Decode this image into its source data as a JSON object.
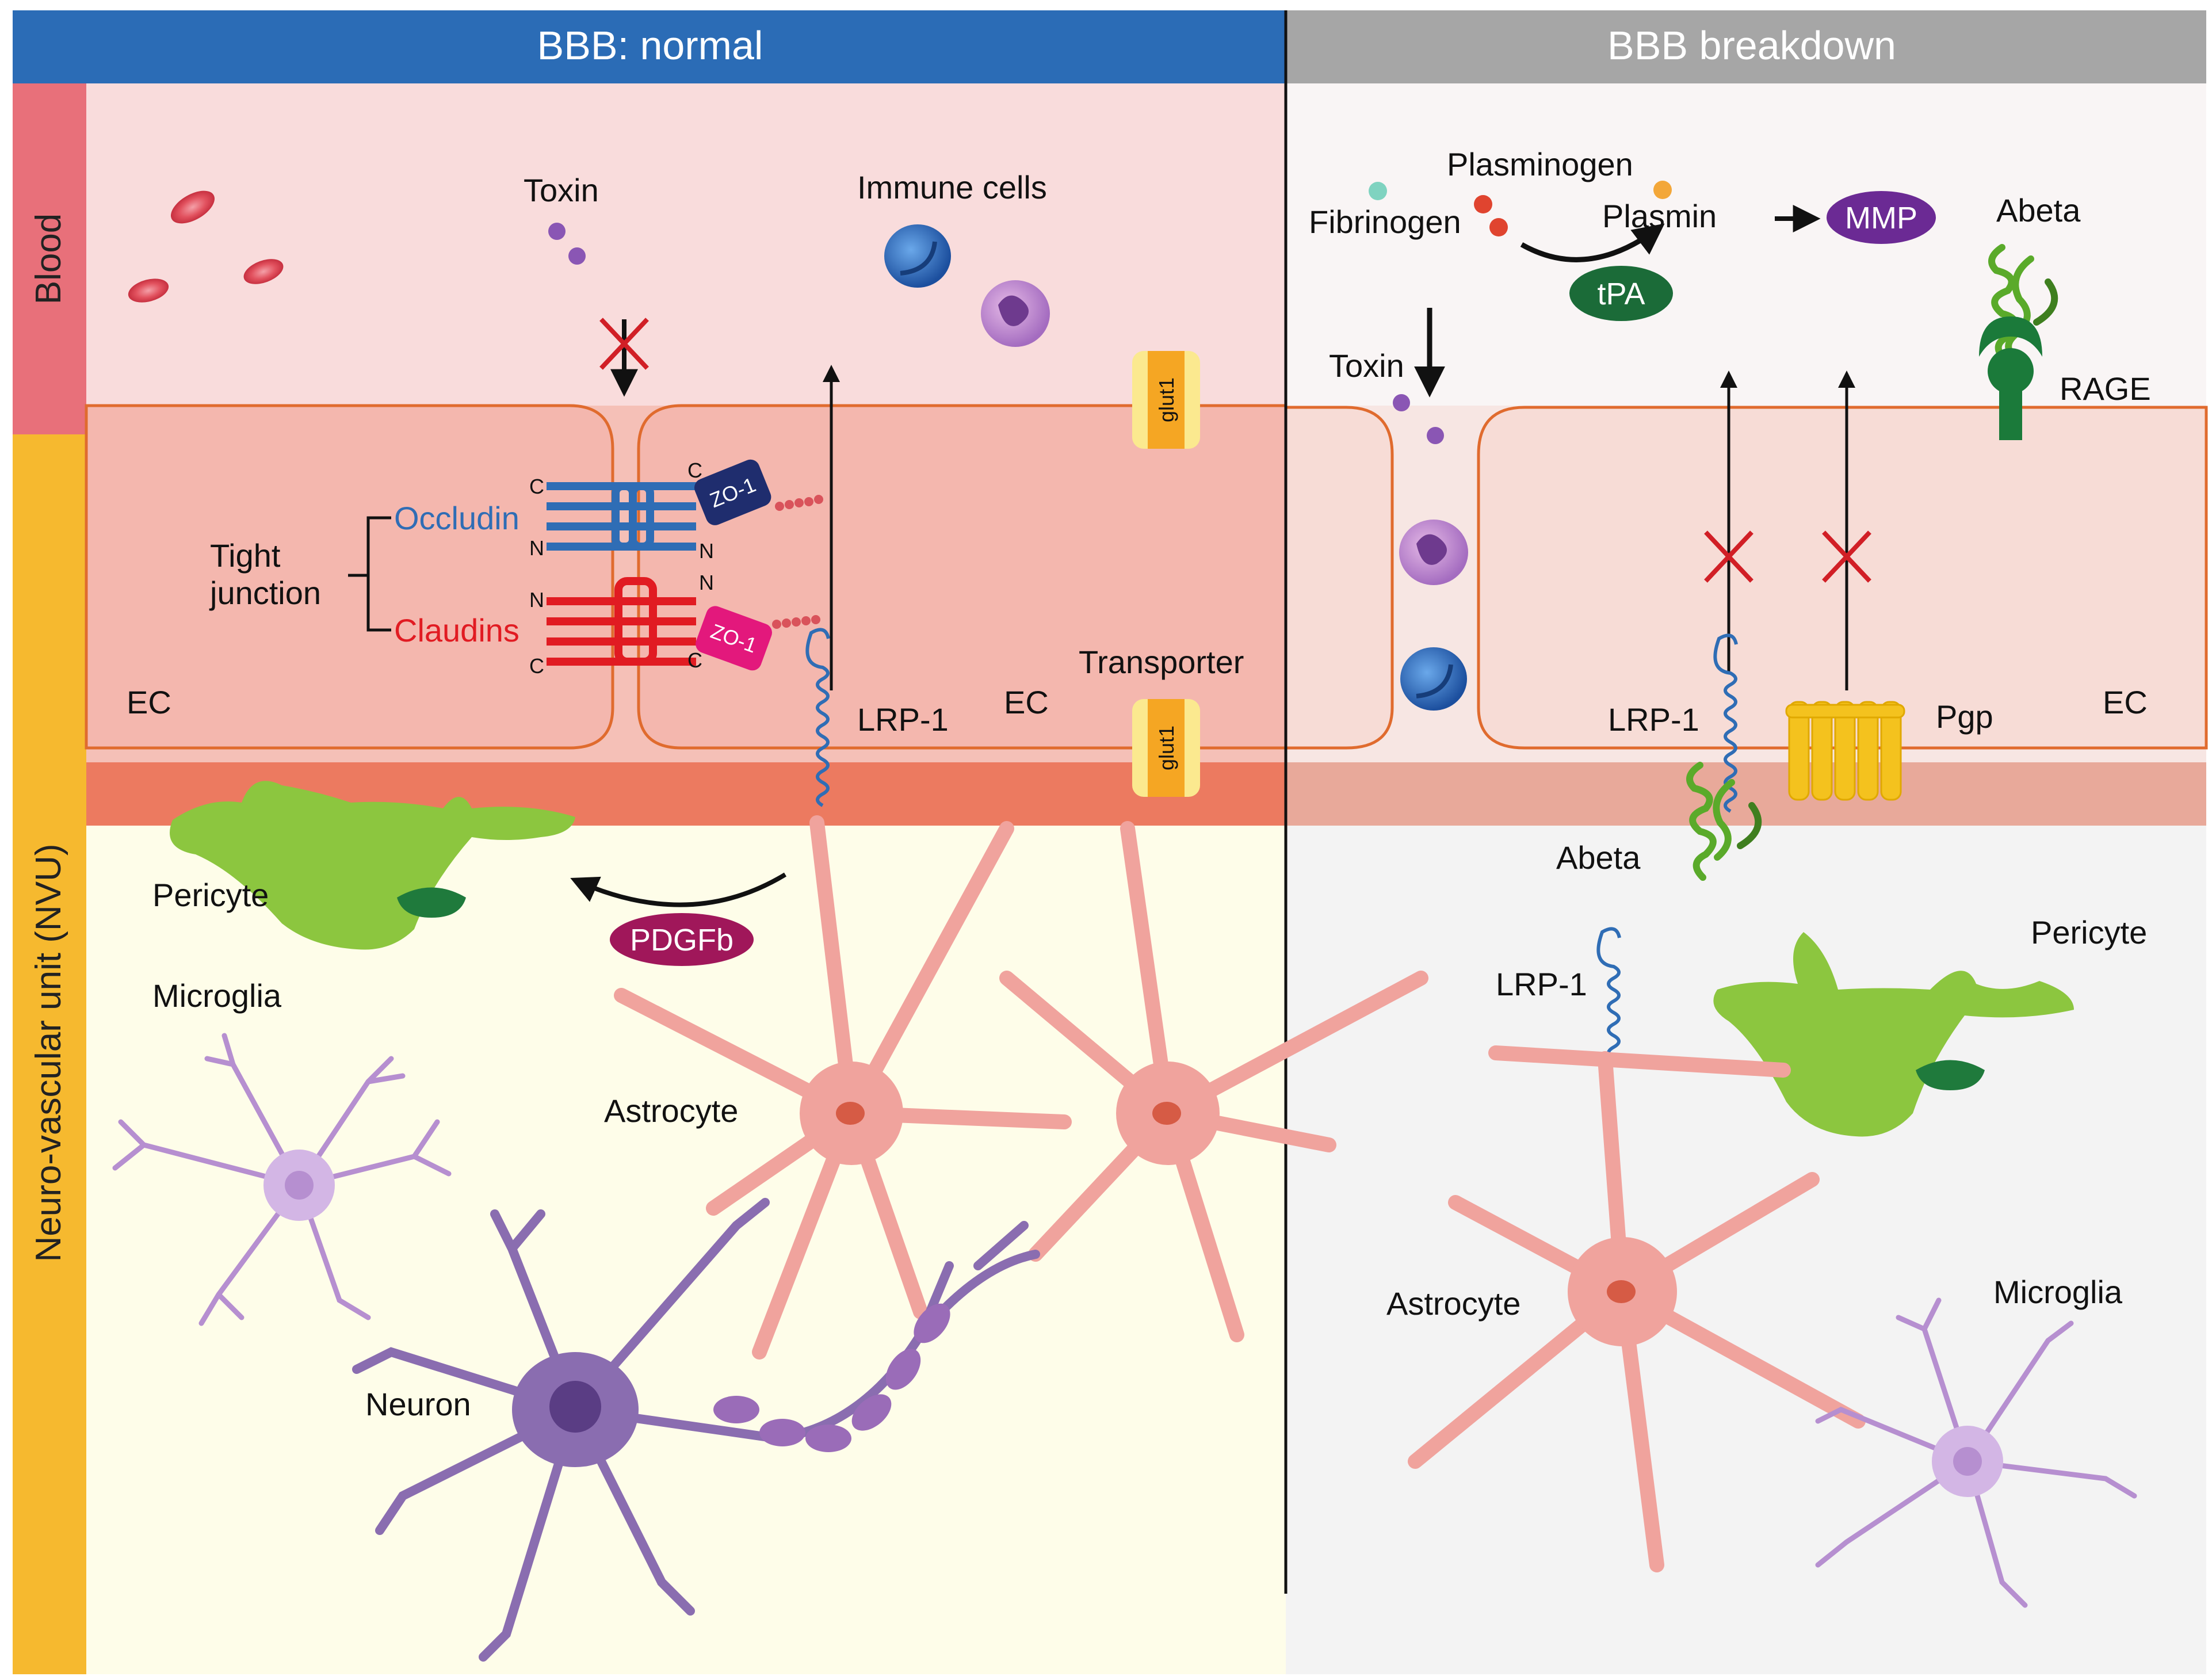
{
  "headers": {
    "normal": "BBB: normal",
    "breakdown": "BBB breakdown"
  },
  "side_labels": {
    "blood": "Blood",
    "nvu": "Neuro-vascular unit (NVU)"
  },
  "normal": {
    "toxin": "Toxin",
    "immune_cells": "Immune cells",
    "glut1_top": "glut1",
    "glut1_bottom": "glut1",
    "tight_junction": [
      "Tight",
      "junction"
    ],
    "occludin": "Occludin",
    "claudins": "Claudins",
    "zo1_top": "ZO-1",
    "zo1_bottom": "ZO-1",
    "terminal_c": "C",
    "terminal_n": "N",
    "ec_left": "EC",
    "ec_right": "EC",
    "lrp1": "LRP-1",
    "transporter": "Transporter",
    "pericyte": "Pericyte",
    "pdgfb": "PDGFb",
    "microglia": "Microglia",
    "astrocyte": "Astrocyte",
    "neuron": "Neuron"
  },
  "breakdown": {
    "plasminogen": "Plasminogen",
    "fibrinogen": "Fibrinogen",
    "plasmin": "Plasmin",
    "mmp": "MMP",
    "tpa": "tPA",
    "abeta_top": "Abeta",
    "rage": "RAGE",
    "toxin": "Toxin",
    "lrp1_top": "LRP-1",
    "pgp": "Pgp",
    "ec": "EC",
    "abeta_mid": "Abeta",
    "lrp1_bottom": "LRP-1",
    "pericyte": "Pericyte",
    "astrocyte": "Astrocyte",
    "microglia": "Microglia"
  },
  "colors": {
    "header_normal": "#2b6cb6",
    "header_breakdown": "#a6a6a6",
    "blood_bar": "#e8707a",
    "nvu_bar": "#f6b92f",
    "blood_bg": "#f9dcdc",
    "ec_fill": "#f4b7ae",
    "ec_outline": "#e06b2e",
    "basement": "#ec7a60",
    "nvu_bg": "#fefde9",
    "pericyte": "#8cc63f",
    "astrocyte": "#f0a39d",
    "microglia": "#b68fd0",
    "neuron": "#8a6db0",
    "occludin": "#2f6db5",
    "claudin": "#e11b22",
    "block_cross": "#d11f26",
    "pgp": "#f4c21e"
  }
}
